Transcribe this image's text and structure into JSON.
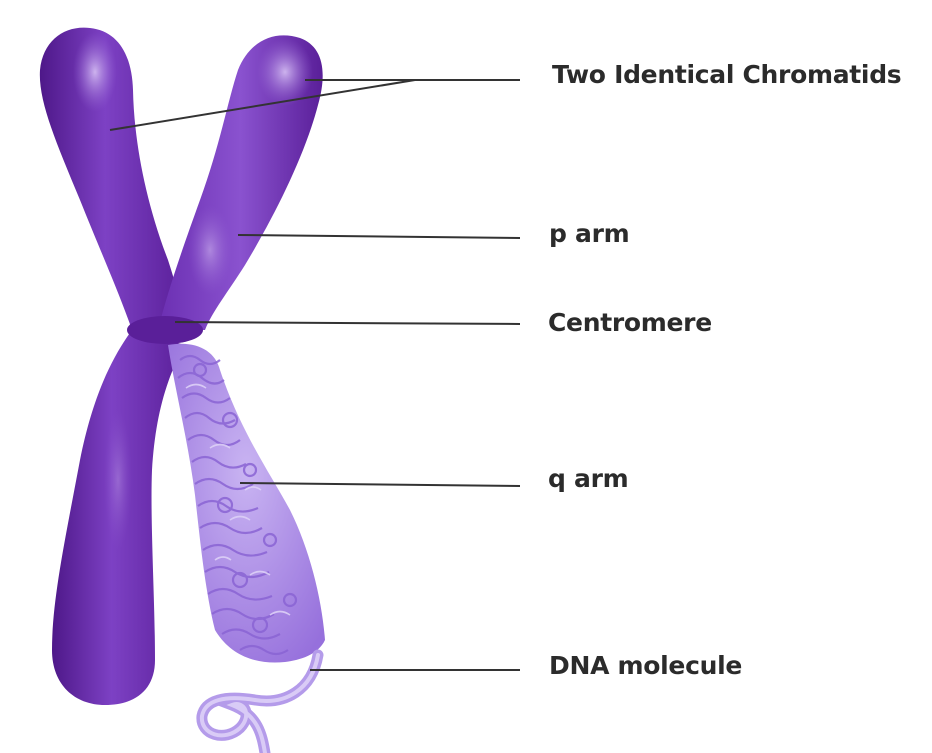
{
  "labels": {
    "chromatids": "Two Identical Chromatids",
    "p_arm": "p arm",
    "centromere": "Centromere",
    "q_arm": "q arm",
    "dna_molecule": "DNA molecule"
  },
  "colors": {
    "chromosome_dark": "#5a1f99",
    "chromosome_mid": "#7b3ec0",
    "chromosome_light": "#a77de0",
    "dna_coil": "#a988e8",
    "dna_coil_dark": "#8a64d4",
    "leader_line": "#333333",
    "label_text": "#2b2b2b"
  }
}
